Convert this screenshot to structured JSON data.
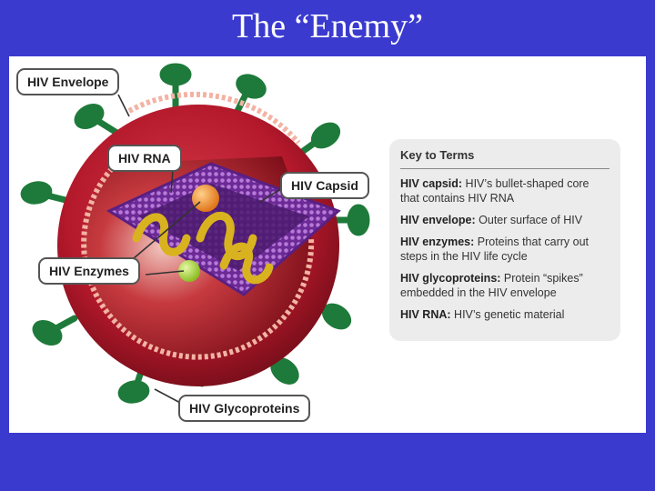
{
  "slide": {
    "title": "The “Enemy”"
  },
  "callouts": {
    "envelope": "HIV Envelope",
    "rna": "HIV RNA",
    "capsid": "HIV Capsid",
    "enzymes": "HIV Enzymes",
    "glycoproteins": "HIV Glycoproteins"
  },
  "key": {
    "title": "Key to Terms",
    "entries": [
      {
        "term": "HIV capsid:",
        "definition": " HIV’s bullet-shaped core that contains HIV RNA"
      },
      {
        "term": "HIV envelope:",
        "definition": " Outer surface of HIV"
      },
      {
        "term": "HIV enzymes:",
        "definition": " Proteins that carry out steps in the HIV life cycle"
      },
      {
        "term": "HIV glycoproteins:",
        "definition": " Protein “spikes” embedded in the HIV envelope"
      },
      {
        "term": "HIV RNA:",
        "definition": " HIV’s genetic material"
      }
    ]
  },
  "colors": {
    "background": "#3a3acf",
    "envelope": "#b3182b",
    "spike": "#1e7a3a",
    "capsid": "#7a2fa8",
    "rna": "#d9b21f",
    "enzyme_orange": "#ef8a1d",
    "enzyme_green": "#a6d336"
  }
}
